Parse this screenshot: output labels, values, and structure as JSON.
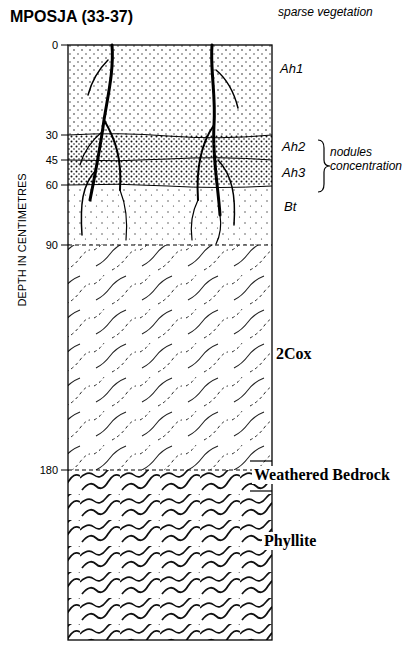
{
  "diagram": {
    "title": "MPOSJA (33-37)",
    "labels": [
      "sparse vegetation",
      "Ah1",
      "Ah2",
      "Ah3",
      "nodules concentration",
      "Bt",
      "2Cox",
      "Weathered Bedrock",
      "Phyllite",
      "DEPTH IN CENTIMETRES",
      "0",
      "30",
      "45",
      "60",
      "90",
      "180"
    ]
  }
}
